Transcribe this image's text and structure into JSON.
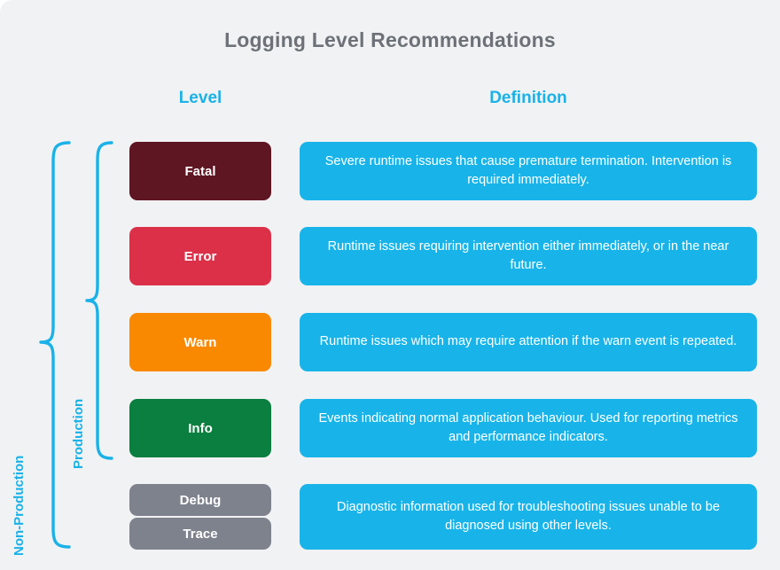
{
  "title": "Logging Level Recommendations",
  "colors": {
    "page_background": "#f1f2f4",
    "title_text": "#6d7178",
    "accent_cyan": "#19b2e8",
    "definition_box": "#18b4e9",
    "fatal": "#5e1622",
    "error": "#dc3049",
    "warn": "#f98900",
    "info": "#0a7f3f",
    "debug": "#7e828d",
    "trace": "#7e828d"
  },
  "headers": {
    "level": "Level",
    "definition": "Definition"
  },
  "groups": [
    {
      "id": "non-production",
      "label": "Non-Production"
    },
    {
      "id": "production",
      "label": "Production"
    }
  ],
  "rows": [
    {
      "level": "Fatal",
      "color": "#5e1622",
      "definition": "Severe runtime issues that cause premature termination. Intervention is required immediately."
    },
    {
      "level": "Error",
      "color": "#dc3049",
      "definition": "Runtime issues requiring intervention either immediately, or in the near future."
    },
    {
      "level": "Warn",
      "color": "#f98900",
      "definition": "Runtime issues which may require attention if the warn event is repeated."
    },
    {
      "level": "Info",
      "color": "#0a7f3f",
      "definition": "Events indicating normal application behaviour. Used for reporting metrics and performance indicators."
    },
    {
      "level": "Debug",
      "color": "#7e828d",
      "definition": "Diagnostic information used for troubleshooting issues unable to be diagnosed using other levels."
    },
    {
      "level": "Trace",
      "color": "#7e828d",
      "definition": ""
    }
  ]
}
